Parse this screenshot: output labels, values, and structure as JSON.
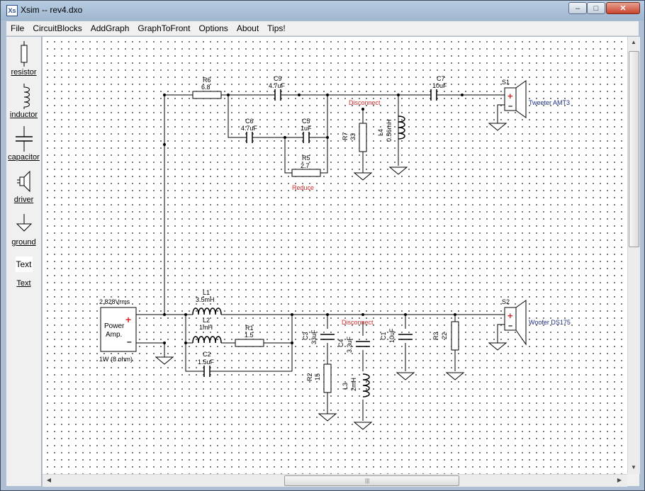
{
  "window": {
    "title": "Xsim -- rev4.dxo",
    "icon_glyph": "Xs",
    "min_glyph": "–",
    "max_glyph": "□",
    "close_glyph": "✕"
  },
  "menu": [
    "File",
    "CircuitBlocks",
    "AddGraph",
    "GraphToFront",
    "Options",
    "About",
    "Tips!"
  ],
  "toolbox": {
    "resistor": "resistor",
    "inductor": "inductor",
    "capacitor": "capacitor",
    "driver": "driver",
    "ground": "ground",
    "text_sample": "Text",
    "text": "Text"
  },
  "circuit": {
    "amp": {
      "voltage": "2.828Vrms",
      "name_line1": "Power",
      "name_line2": "Amp.",
      "plus": "+",
      "minus": "–",
      "load": "1W (8 ohm)"
    },
    "r6": {
      "name": "R6",
      "value": "6.8"
    },
    "c9": {
      "name": "C9",
      "value": "4.7uF"
    },
    "c7": {
      "name": "C7",
      "value": "10uF"
    },
    "c6": {
      "name": "C6",
      "value": "4.7uF"
    },
    "c5": {
      "name": "C5",
      "value": "1uF"
    },
    "r5": {
      "name": "R5",
      "value": "2.7"
    },
    "r7": {
      "name": "R7",
      "value": "33"
    },
    "l4": {
      "name": "L4",
      "value": "0.56mH"
    },
    "reduce": "Reduce",
    "disconnect_top": "Disconnect",
    "disconnect_bottom": "Disconnect",
    "s1": {
      "name": "S1",
      "plus": "+",
      "minus": "–",
      "label": "Tweeter AMT3"
    },
    "s2": {
      "name": "S2",
      "plus": "+",
      "minus": "–",
      "label": "Woofer DS175"
    },
    "l1": {
      "name": "L1",
      "value": "3.5mH"
    },
    "l2": {
      "name": "L2",
      "value": "1mH"
    },
    "r1": {
      "name": "R1",
      "value": "1.5"
    },
    "c2": {
      "name": "C2",
      "value": "1.5uF"
    },
    "c3": {
      "name": "C3",
      "value": "33uF"
    },
    "c4": {
      "name": "C4",
      "value": "3.3uF"
    },
    "r2": {
      "name": "R2",
      "value": "15"
    },
    "l3": {
      "name": "L3",
      "value": "2mH"
    },
    "c1": {
      "name": "C1",
      "value": "10uF"
    },
    "r3": {
      "name": "R3",
      "value": "22"
    }
  },
  "scrollbars": {
    "up": "▲",
    "down": "▼",
    "left": "◀",
    "right": "▶",
    "grip": "|||"
  }
}
